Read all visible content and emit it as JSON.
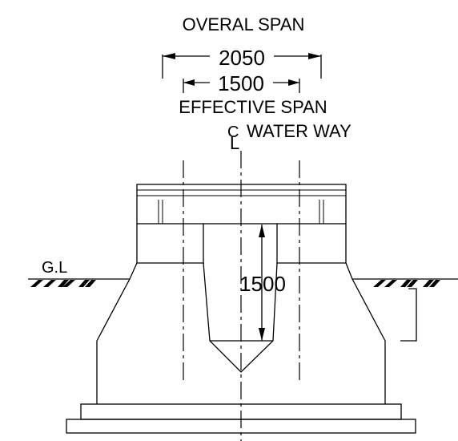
{
  "labels": {
    "overall_span": "OVERAL SPAN",
    "overall_span_value": "2050",
    "effective_span_value": "1500",
    "effective_span": "EFFECTIVE SPAN",
    "centerline_symbol": "L",
    "centerline_c": "C",
    "water_way": "WATER WAY",
    "ground_level": "G.L",
    "depth_value": "1500"
  },
  "colors": {
    "ink": "#000000",
    "background": "#ffffff"
  }
}
